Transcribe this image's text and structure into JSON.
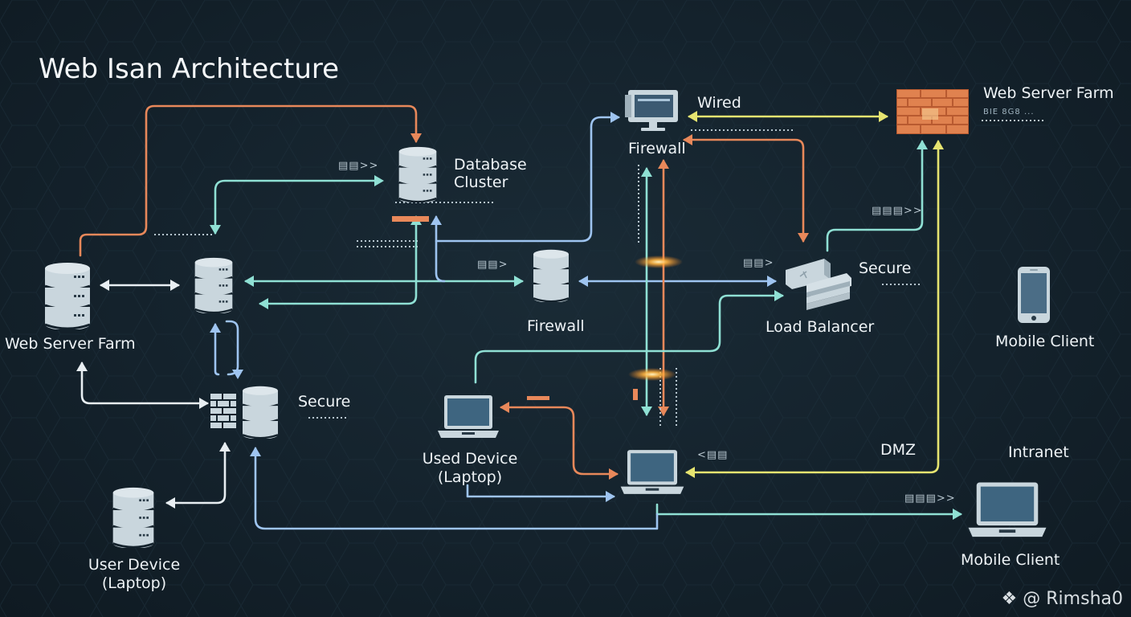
{
  "title": "Web Isan Architecture",
  "colors": {
    "background": "#14222c",
    "orange": "#e8885a",
    "teal": "#8fe0d4",
    "blue": "#9ec4f0",
    "yellow": "#e6e470",
    "white": "#e8eef2",
    "device": "#c9d6dd",
    "brick": "#e0824f"
  },
  "nodes": {
    "web_server_farm_left": {
      "label": "Web Server Farm",
      "icon": "database-icon"
    },
    "center_db": {
      "icon": "database-icon"
    },
    "database_cluster": {
      "label": "Database\nCluster",
      "label_line1": "Database",
      "label_line2": "Cluster",
      "icon": "database-icon"
    },
    "secure_left": {
      "label": "Secure",
      "icon": "firewall-database-icon"
    },
    "user_device": {
      "label_line1": "User Device",
      "label_line2": "(Laptop)",
      "icon": "database-icon"
    },
    "firewall_mid": {
      "label": "Firewall",
      "icon": "database-icon"
    },
    "firewall_top": {
      "label": "Firewall",
      "icon": "monitor-icon"
    },
    "wired": {
      "label": "Wired"
    },
    "web_server_farm_right": {
      "label": "Web Server Farm",
      "icon": "brick-firewall-icon",
      "sublabel": "BIE 8G8 ..."
    },
    "load_balancer": {
      "label": "Load Balancer",
      "icon": "load-balancer-icon"
    },
    "secure_right": {
      "label": "Secure"
    },
    "mobile_client_phone": {
      "label": "Mobile Client",
      "icon": "smartphone-icon"
    },
    "used_device": {
      "label_line1": "Used Device",
      "label_line2": "(Laptop)",
      "icon": "laptop-icon"
    },
    "center_laptop": {
      "icon": "laptop-icon"
    },
    "dmz": {
      "label": "DMZ"
    },
    "intranet": {
      "label": "Intranet"
    },
    "mobile_client_laptop": {
      "label": "Mobile Client",
      "icon": "laptop-icon"
    }
  },
  "flow_markers": {
    "db_cluster_in": "▤▤>>",
    "firewall_mid_in": "▤▤>",
    "load_balancer_in": "▤▤>",
    "lb_to_farm": "▤▤▤>>",
    "laptop_in": "<▤▤",
    "mobile_in": "▤▤▤>>"
  },
  "connections": [
    {
      "from": "web_server_farm_left",
      "to": "database_cluster",
      "color": "orange"
    },
    {
      "from": "database_cluster",
      "to": "center_db",
      "color": "teal"
    },
    {
      "from": "web_server_farm_left",
      "to": "center_db",
      "color": "white",
      "bidirectional": true
    },
    {
      "from": "firewall_mid",
      "to": "center_db",
      "color": "teal"
    },
    {
      "from": "database_cluster",
      "to": "center_db",
      "color": "teal"
    },
    {
      "from": "firewall_mid",
      "to": "firewall_top",
      "color": "blue"
    },
    {
      "from": "load_balancer",
      "to": "firewall_mid",
      "color": "blue",
      "bidirectional": true
    },
    {
      "from": "web_server_farm_right",
      "to": "firewall_top",
      "color": "yellow",
      "bidirectional": true
    },
    {
      "from": "firewall_top",
      "to": "load_balancer",
      "color": "orange"
    },
    {
      "from": "load_balancer",
      "to": "web_server_farm_right",
      "color": "teal"
    },
    {
      "from": "center_laptop",
      "to": "firewall_top",
      "color": "teal",
      "bidirectional": true
    },
    {
      "from": "firewall_top",
      "to": "center_laptop",
      "color": "orange",
      "bidirectional": true
    },
    {
      "from": "used_device",
      "to": "load_balancer",
      "color": "teal"
    },
    {
      "from": "center_laptop",
      "to": "used_device",
      "color": "orange",
      "bidirectional": true
    },
    {
      "from": "used_device",
      "to": "center_laptop",
      "color": "blue"
    },
    {
      "from": "web_server_farm_right",
      "to": "center_laptop",
      "color": "yellow"
    },
    {
      "from": "center_laptop",
      "to": "mobile_client_laptop",
      "color": "teal"
    },
    {
      "from": "center_laptop",
      "to": "secure_left",
      "color": "blue"
    },
    {
      "from": "secure_left",
      "to": "web_server_farm_left",
      "color": "white"
    },
    {
      "from": "secure_left",
      "to": "user_device",
      "color": "white"
    },
    {
      "from": "center_db",
      "to": "secure_left",
      "color": "blue",
      "bidirectional": true
    }
  ],
  "watermark": "@ Rimsha0"
}
